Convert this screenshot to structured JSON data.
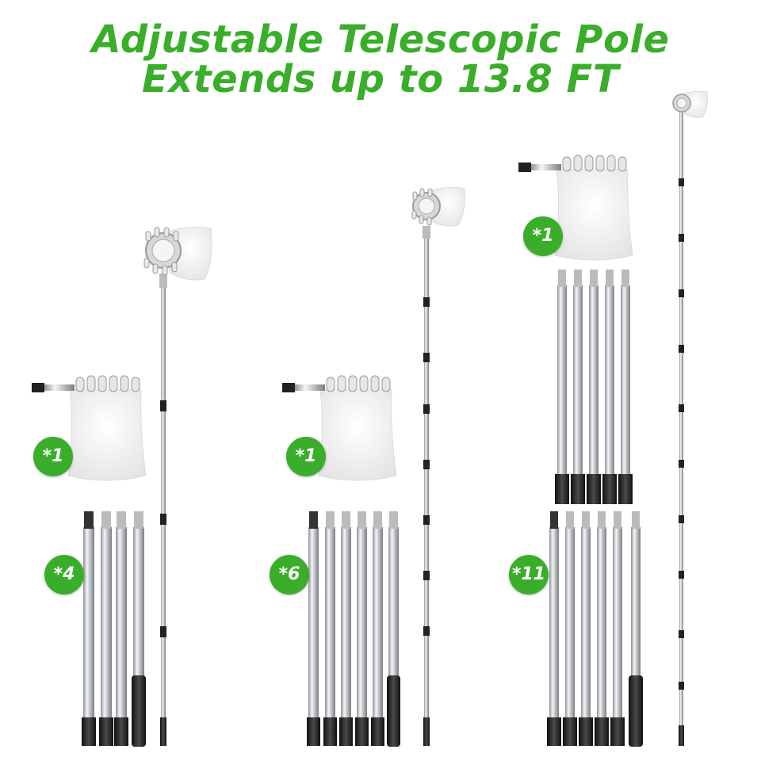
{
  "title": {
    "line1": "Adjustable Telescopic Pole",
    "line2": "Extends up to 13.8 FT"
  },
  "colors": {
    "accent": "#3aae2a",
    "background": "#ffffff",
    "steel": "#c9ccd0",
    "grip": "#222222",
    "net": "#f2f2f2"
  },
  "kits": [
    {
      "basket_count_label": "*1",
      "pole_count_label": "*4",
      "pole_count": 4,
      "extension": "short"
    },
    {
      "basket_count_label": "*1",
      "pole_count_label": "*6",
      "pole_count": 6,
      "extension": "medium"
    },
    {
      "basket_count_label": "*1",
      "pole_count_label": "*11",
      "pole_count": 11,
      "extension": "full"
    }
  ]
}
